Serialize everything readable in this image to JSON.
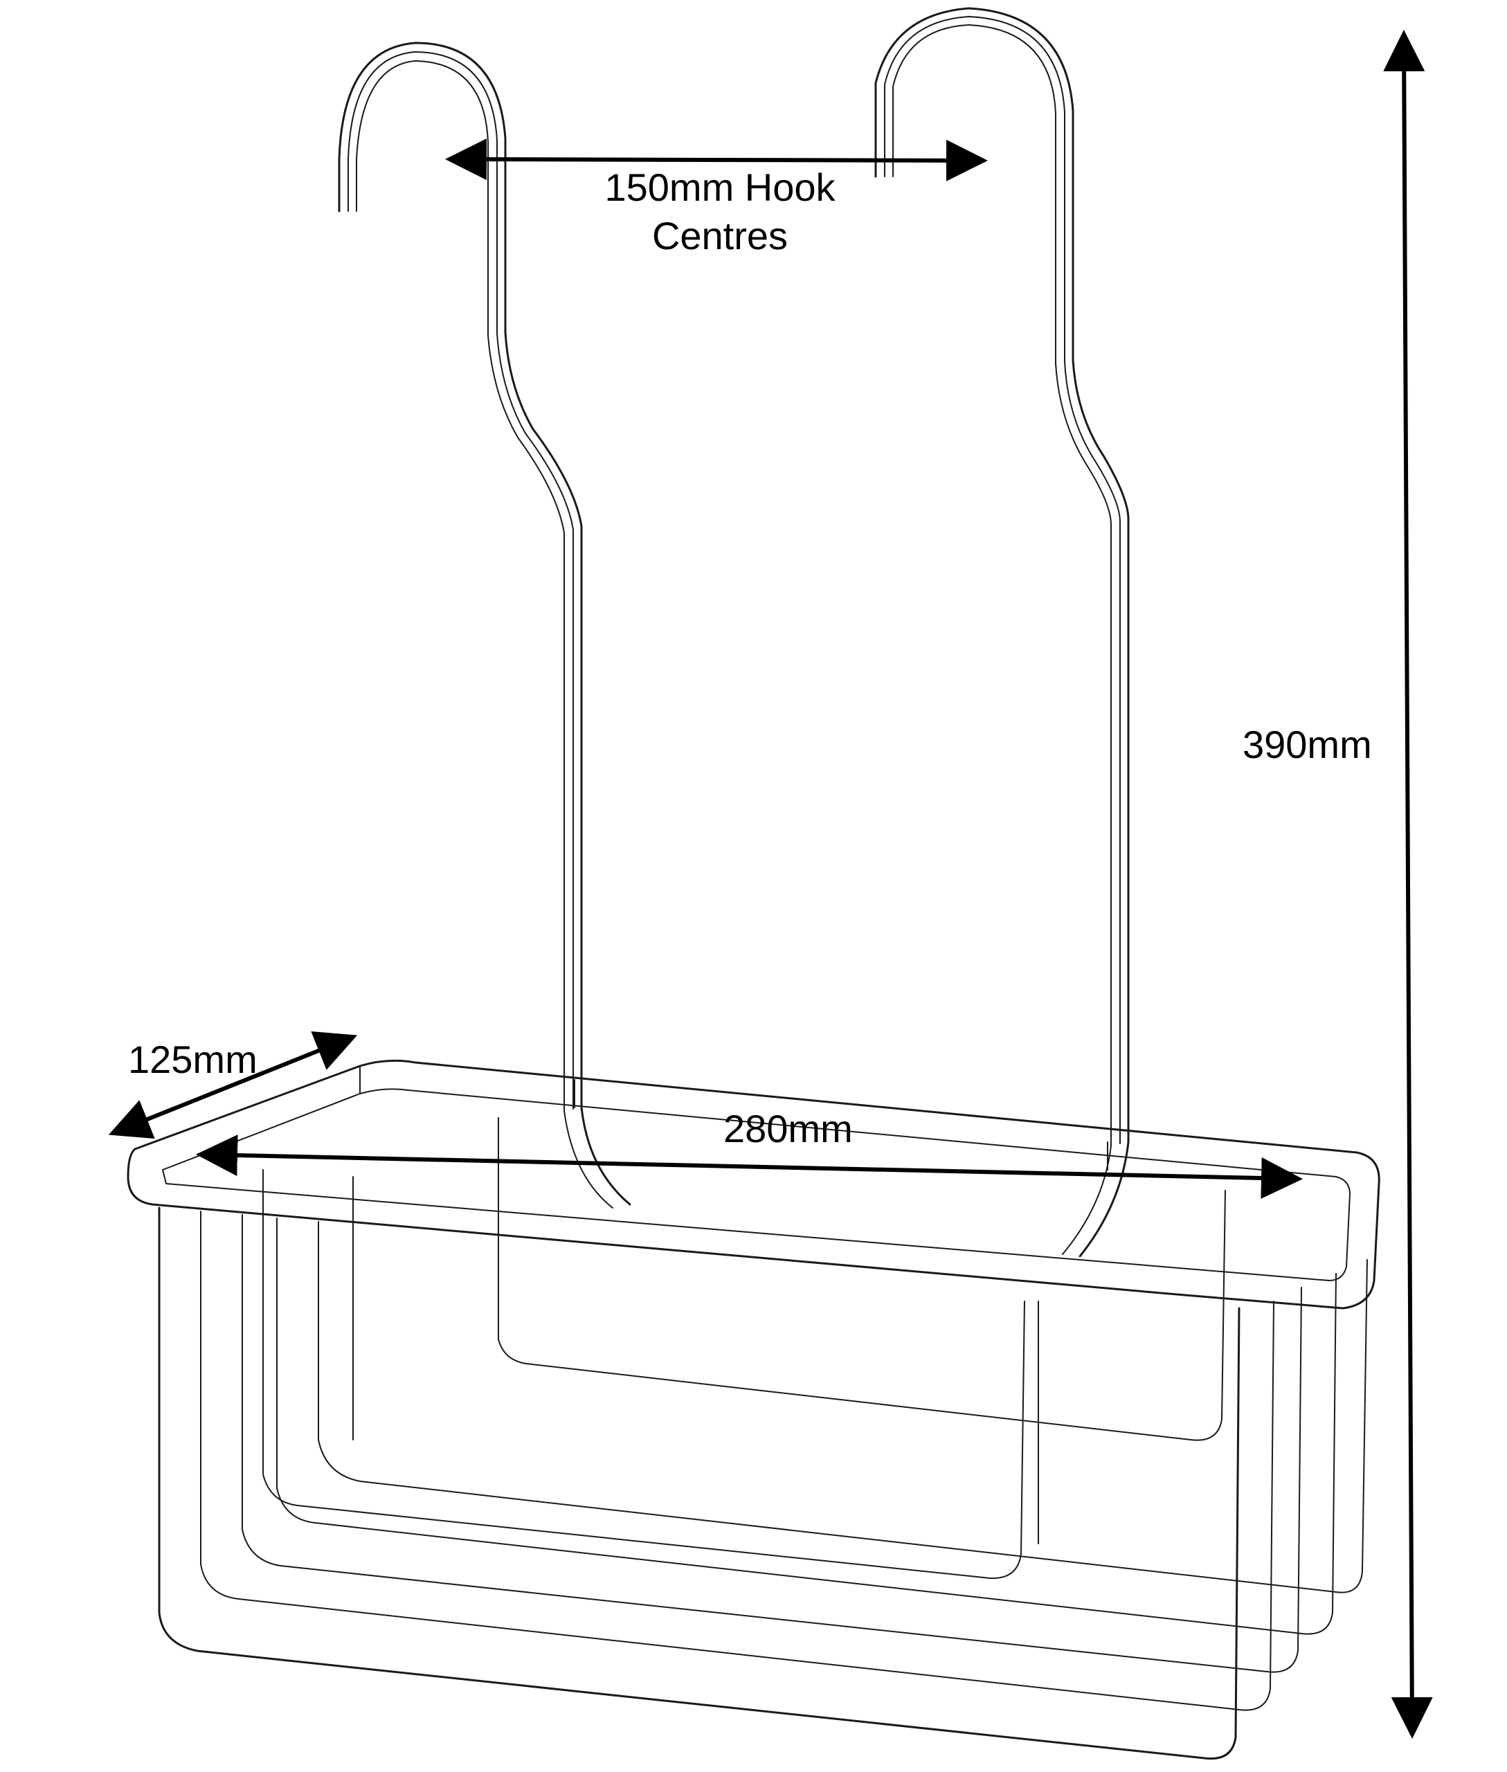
{
  "dimensions": {
    "hook_centres_line1": "150mm Hook",
    "hook_centres_line2": "Centres",
    "height": "390mm",
    "depth": "125mm",
    "width": "280mm"
  },
  "colors": {
    "line": "#1a1a1a",
    "background": "#ffffff"
  }
}
